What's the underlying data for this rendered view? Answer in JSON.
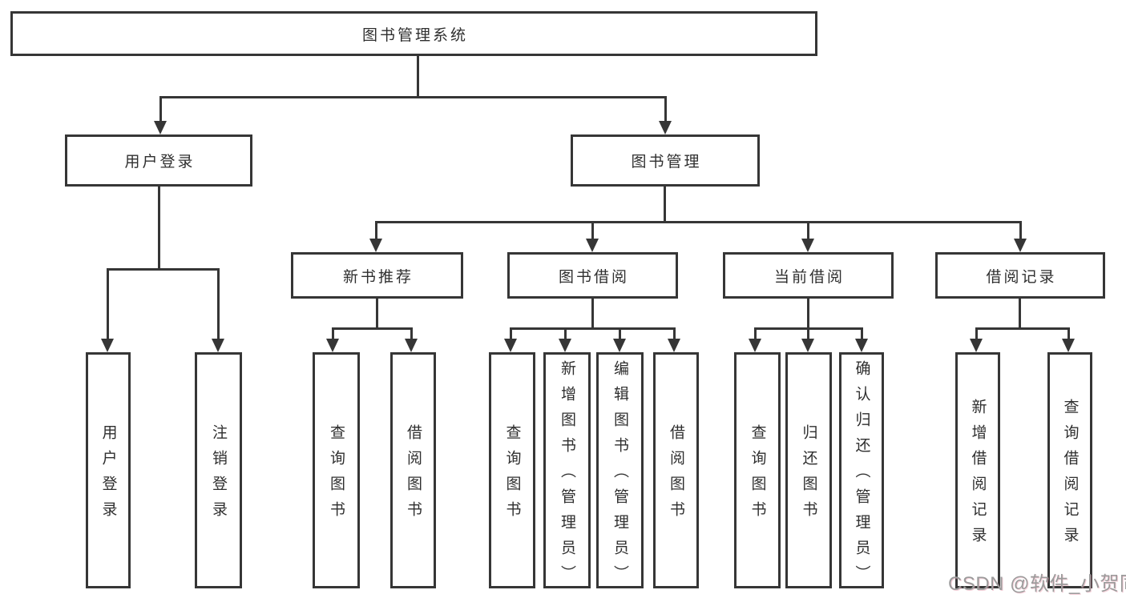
{
  "colors": {
    "background": "#ffffff",
    "line": "#363636",
    "text": "#2f2f2f",
    "watermark": "#9b9b9b"
  },
  "watermark": {
    "text": "CSDN @软件_小贺同学"
  },
  "tree": {
    "label": "图书管理系统",
    "children": [
      {
        "label": "用户登录",
        "children": [
          {
            "label": "用户登录"
          },
          {
            "label": "注销登录"
          }
        ]
      },
      {
        "label": "图书管理",
        "children": [
          {
            "label": "新书推荐",
            "children": [
              {
                "label": "查询图书"
              },
              {
                "label": "借阅图书"
              }
            ]
          },
          {
            "label": "图书借阅",
            "children": [
              {
                "label": "查询图书"
              },
              {
                "label": "新增图书（管理员）"
              },
              {
                "label": "编辑图书（管理员）"
              },
              {
                "label": "借阅图书"
              }
            ]
          },
          {
            "label": "当前借阅",
            "children": [
              {
                "label": "查询图书"
              },
              {
                "label": "归还图书"
              },
              {
                "label": "确认归还（管理员）"
              }
            ]
          },
          {
            "label": "借阅记录",
            "children": [
              {
                "label": "新增借阅记录"
              },
              {
                "label": "查询借阅记录"
              }
            ]
          }
        ]
      }
    ]
  }
}
